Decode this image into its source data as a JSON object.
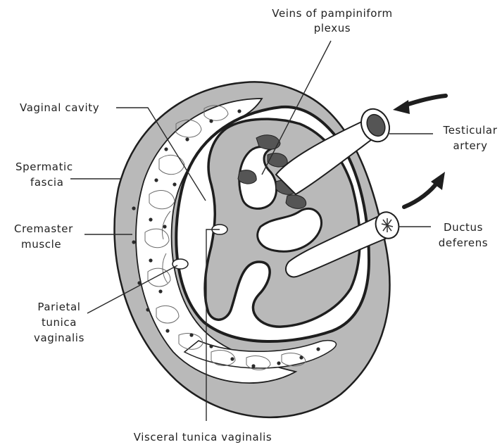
{
  "labels": {
    "veins_line1": "Veins of pampiniform",
    "veins_line2": "plexus",
    "vaginal_cavity": "Vaginal cavity",
    "spermatic_line1": "Spermatic",
    "spermatic_line2": "fascia",
    "cremaster_line1": "Cremaster",
    "cremaster_line2": "muscle",
    "parietal_line1": "Parietal",
    "parietal_line2": "tunica",
    "parietal_line3": "vaginalis",
    "testicular_line1": "Testicular",
    "testicular_line2": "artery",
    "ductus_line1": "Ductus",
    "ductus_line2": "deferens",
    "visceral": "Visceral tunica vaginalis"
  },
  "colors": {
    "fascia_gray": "#b9b9b9",
    "stroke_dark": "#1e1e1e",
    "vein_dark": "#555555",
    "cavity_white": "#ffffff"
  }
}
